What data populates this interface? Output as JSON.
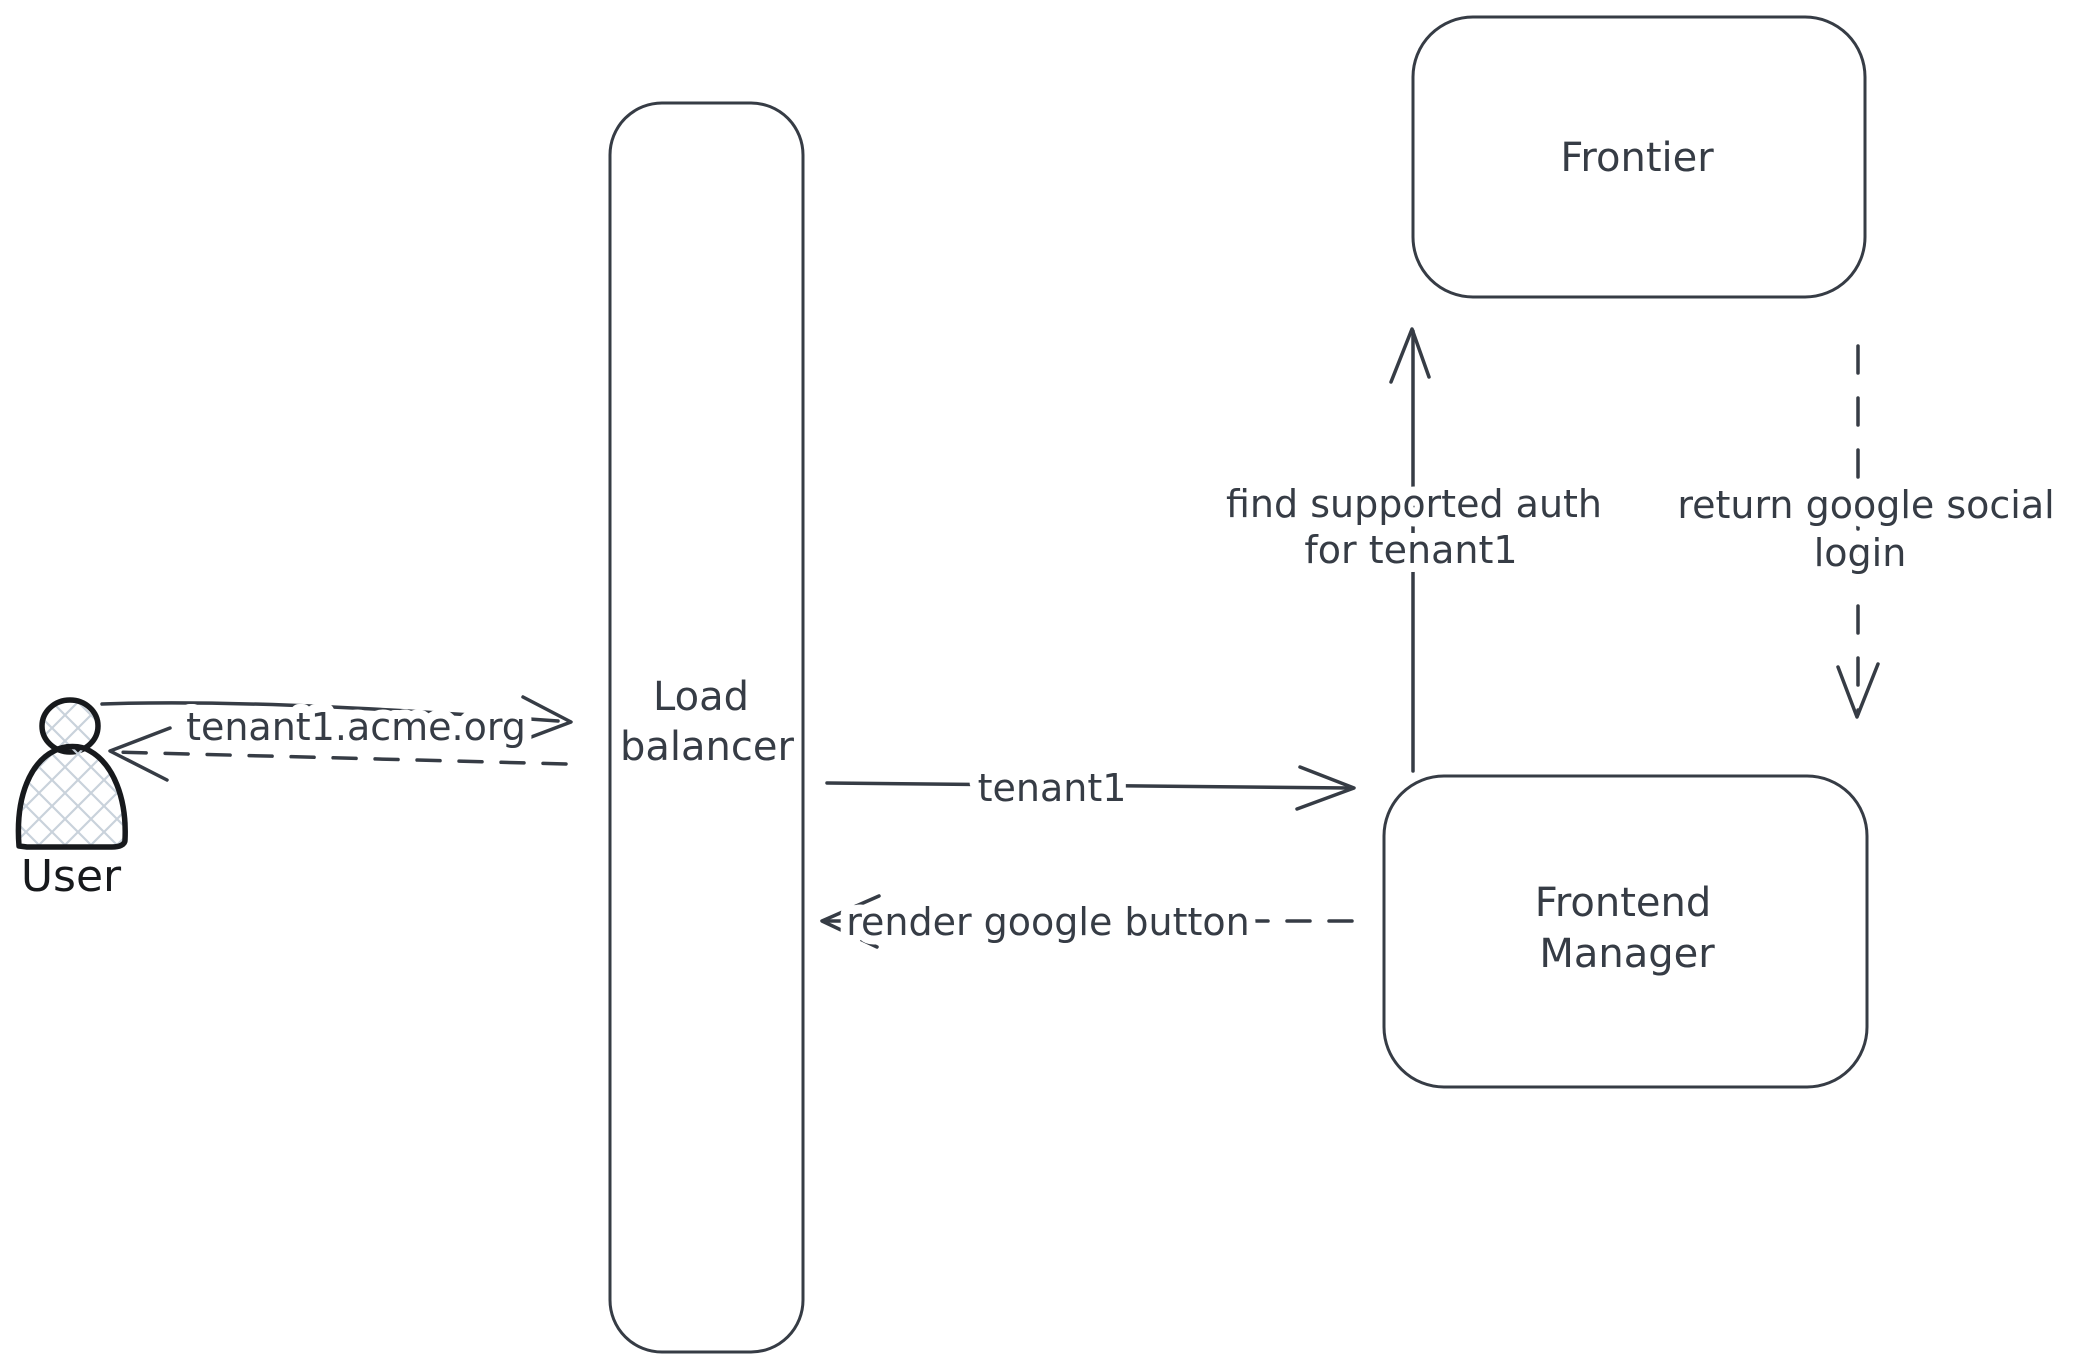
{
  "diagram": {
    "type": "hand-drawn-flow-diagram",
    "colors": {
      "stroke": "#363c45",
      "user_stroke": "#17191c",
      "hatch_fill": "#c9d2db",
      "label_halo": "#ffffff",
      "background": "#ffffff"
    },
    "nodes": {
      "user": {
        "label": "User",
        "shape": "person-icon"
      },
      "load_balancer": {
        "label_line1": "Load",
        "label_line2": "balancer",
        "shape": "rounded-rect"
      },
      "frontier": {
        "label": "Frontier",
        "shape": "rounded-rect"
      },
      "frontend_manager": {
        "label_line1": "Frontend",
        "label_line2": "Manager",
        "shape": "rounded-rect"
      }
    },
    "edges": {
      "user_to_load_balancer": {
        "label": "tenant1.acme.org",
        "style": "solid",
        "from": "User",
        "to": "Load balancer"
      },
      "load_balancer_to_user": {
        "label": "",
        "style": "dashed",
        "from": "Load balancer",
        "to": "User"
      },
      "load_balancer_to_frontend_manager": {
        "label": "tenant1",
        "style": "solid",
        "from": "Load balancer",
        "to": "Frontend Manager"
      },
      "frontend_manager_to_load_balancer": {
        "label": "render google button",
        "style": "dashed",
        "from": "Frontend Manager",
        "to": "Load balancer"
      },
      "frontend_manager_to_frontier": {
        "label_line1": "find supported auth",
        "label_line2": "for tenant1",
        "style": "solid",
        "from": "Frontend Manager",
        "to": "Frontier"
      },
      "frontier_to_frontend_manager": {
        "label_line1": "return google social",
        "label_line2": "login",
        "style": "dashed",
        "from": "Frontier",
        "to": "Frontend Manager"
      }
    }
  }
}
